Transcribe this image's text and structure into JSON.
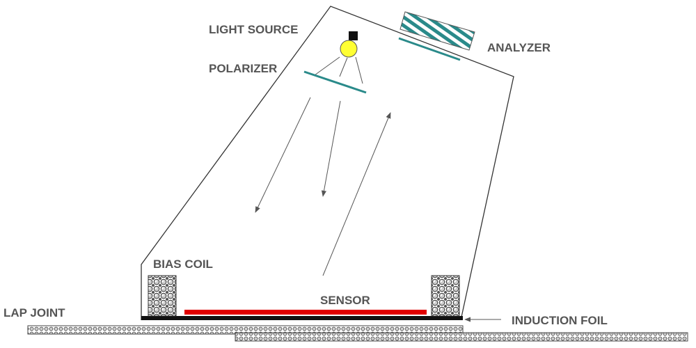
{
  "labels": {
    "light_source": "LIGHT SOURCE",
    "analyzer": "ANALYZER",
    "polarizer": "POLARIZER",
    "bias_coil": "BIAS COIL",
    "sensor": "SENSOR",
    "lap_joint": "LAP JOINT",
    "induction_foil": "INDUCTION FOIL"
  },
  "colors": {
    "outline": "#333333",
    "label_text": "#555555",
    "polarizer_plate": "#2a8a8a",
    "analyzer_hatch": "#2a8a8a",
    "bulb": "#ffff33",
    "sensor": "#e00000",
    "foil": "#111111",
    "arrow": "#555555"
  }
}
